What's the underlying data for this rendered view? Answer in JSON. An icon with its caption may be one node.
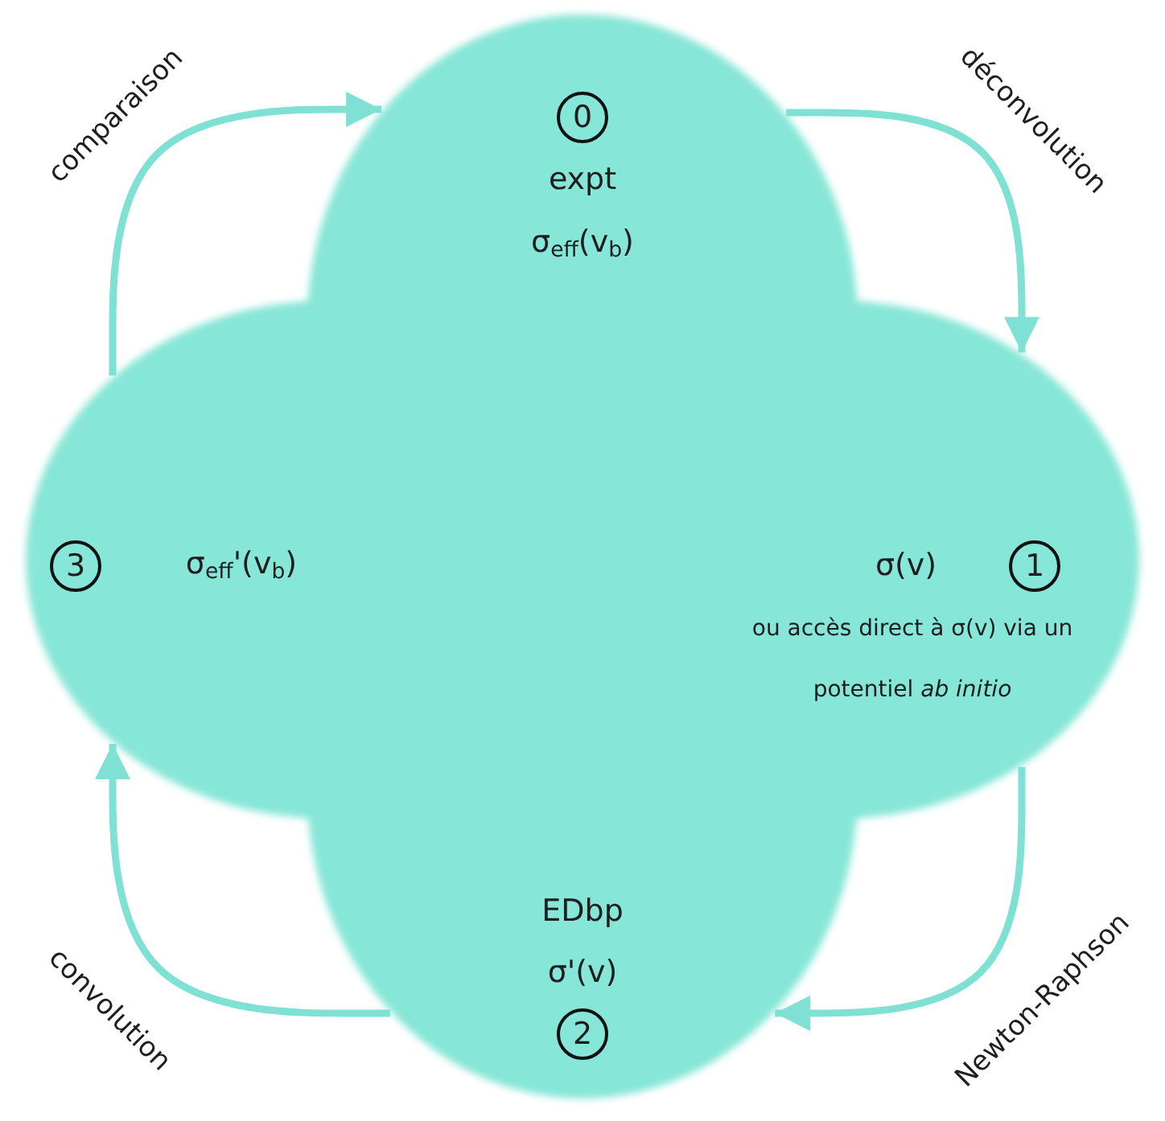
{
  "diagram": {
    "nodes": [
      {
        "text": [
          "0",
          "expt",
          "σ$_{eff}$(v$_{b}$)"
        ]
      },
      {
        "text": [
          "σ(v)",
          "1",
          "ou accès direct à σ(v) via un potentiel *ab initio*"
        ]
      },
      {
        "text": [
          "EDbp",
          "σ'(v)",
          "2"
        ]
      },
      {
        "text": [
          "3",
          "σ$_{eff}$'(v$_{b}$)"
        ]
      }
    ],
    "edges": [
      {
        "from": 3,
        "to": 0,
        "arrow": "to",
        "label": "comparaison"
      },
      {
        "from": 0,
        "to": 1,
        "arrow": "to",
        "label": "déconvolution"
      },
      {
        "from": 1,
        "to": 2,
        "arrow": "to",
        "label": "Newton-Raphson"
      },
      {
        "from": 2,
        "to": 3,
        "arrow": "to",
        "label": "convolution"
      }
    ]
  }
}
